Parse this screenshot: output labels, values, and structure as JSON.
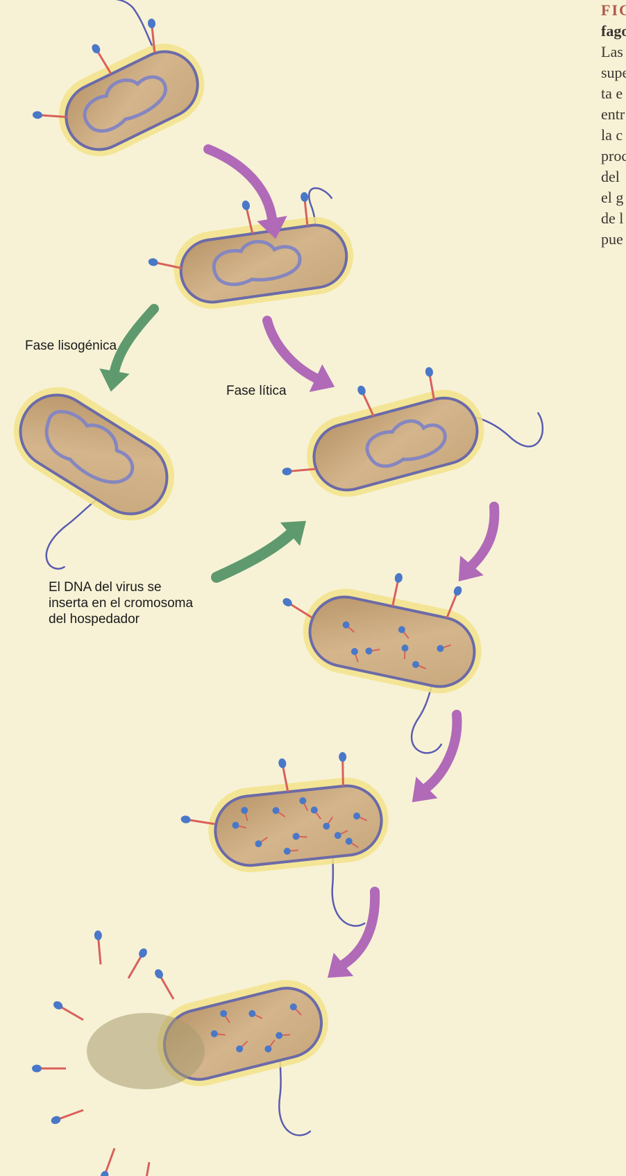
{
  "caption": {
    "figure_label": "FIG",
    "title": "fago",
    "lines": [
      "Las",
      "supe",
      "ta e",
      "entr",
      "la c",
      "proc",
      "del",
      "el g",
      "de l",
      "pue"
    ]
  },
  "labels": {
    "lysogenic_phase": "Fase lisogénica",
    "lytic_phase": "Fase lítica",
    "integration_line1": "El DNA del virus se",
    "integration_line2": "inserta en el cromosoma",
    "integration_line3": "del hospedador"
  },
  "colors": {
    "background": "#f7f2d6",
    "cell_wall": "#f2e38a",
    "cytoplasm": "#c9a87e",
    "membrane": "#6b6aa8",
    "dna": "#8586c0",
    "phage_head": "#4a78c8",
    "phage_tail": "#d9605a",
    "arrow_lytic": "#b06ab8",
    "arrow_lysogenic": "#5e9a6e"
  }
}
